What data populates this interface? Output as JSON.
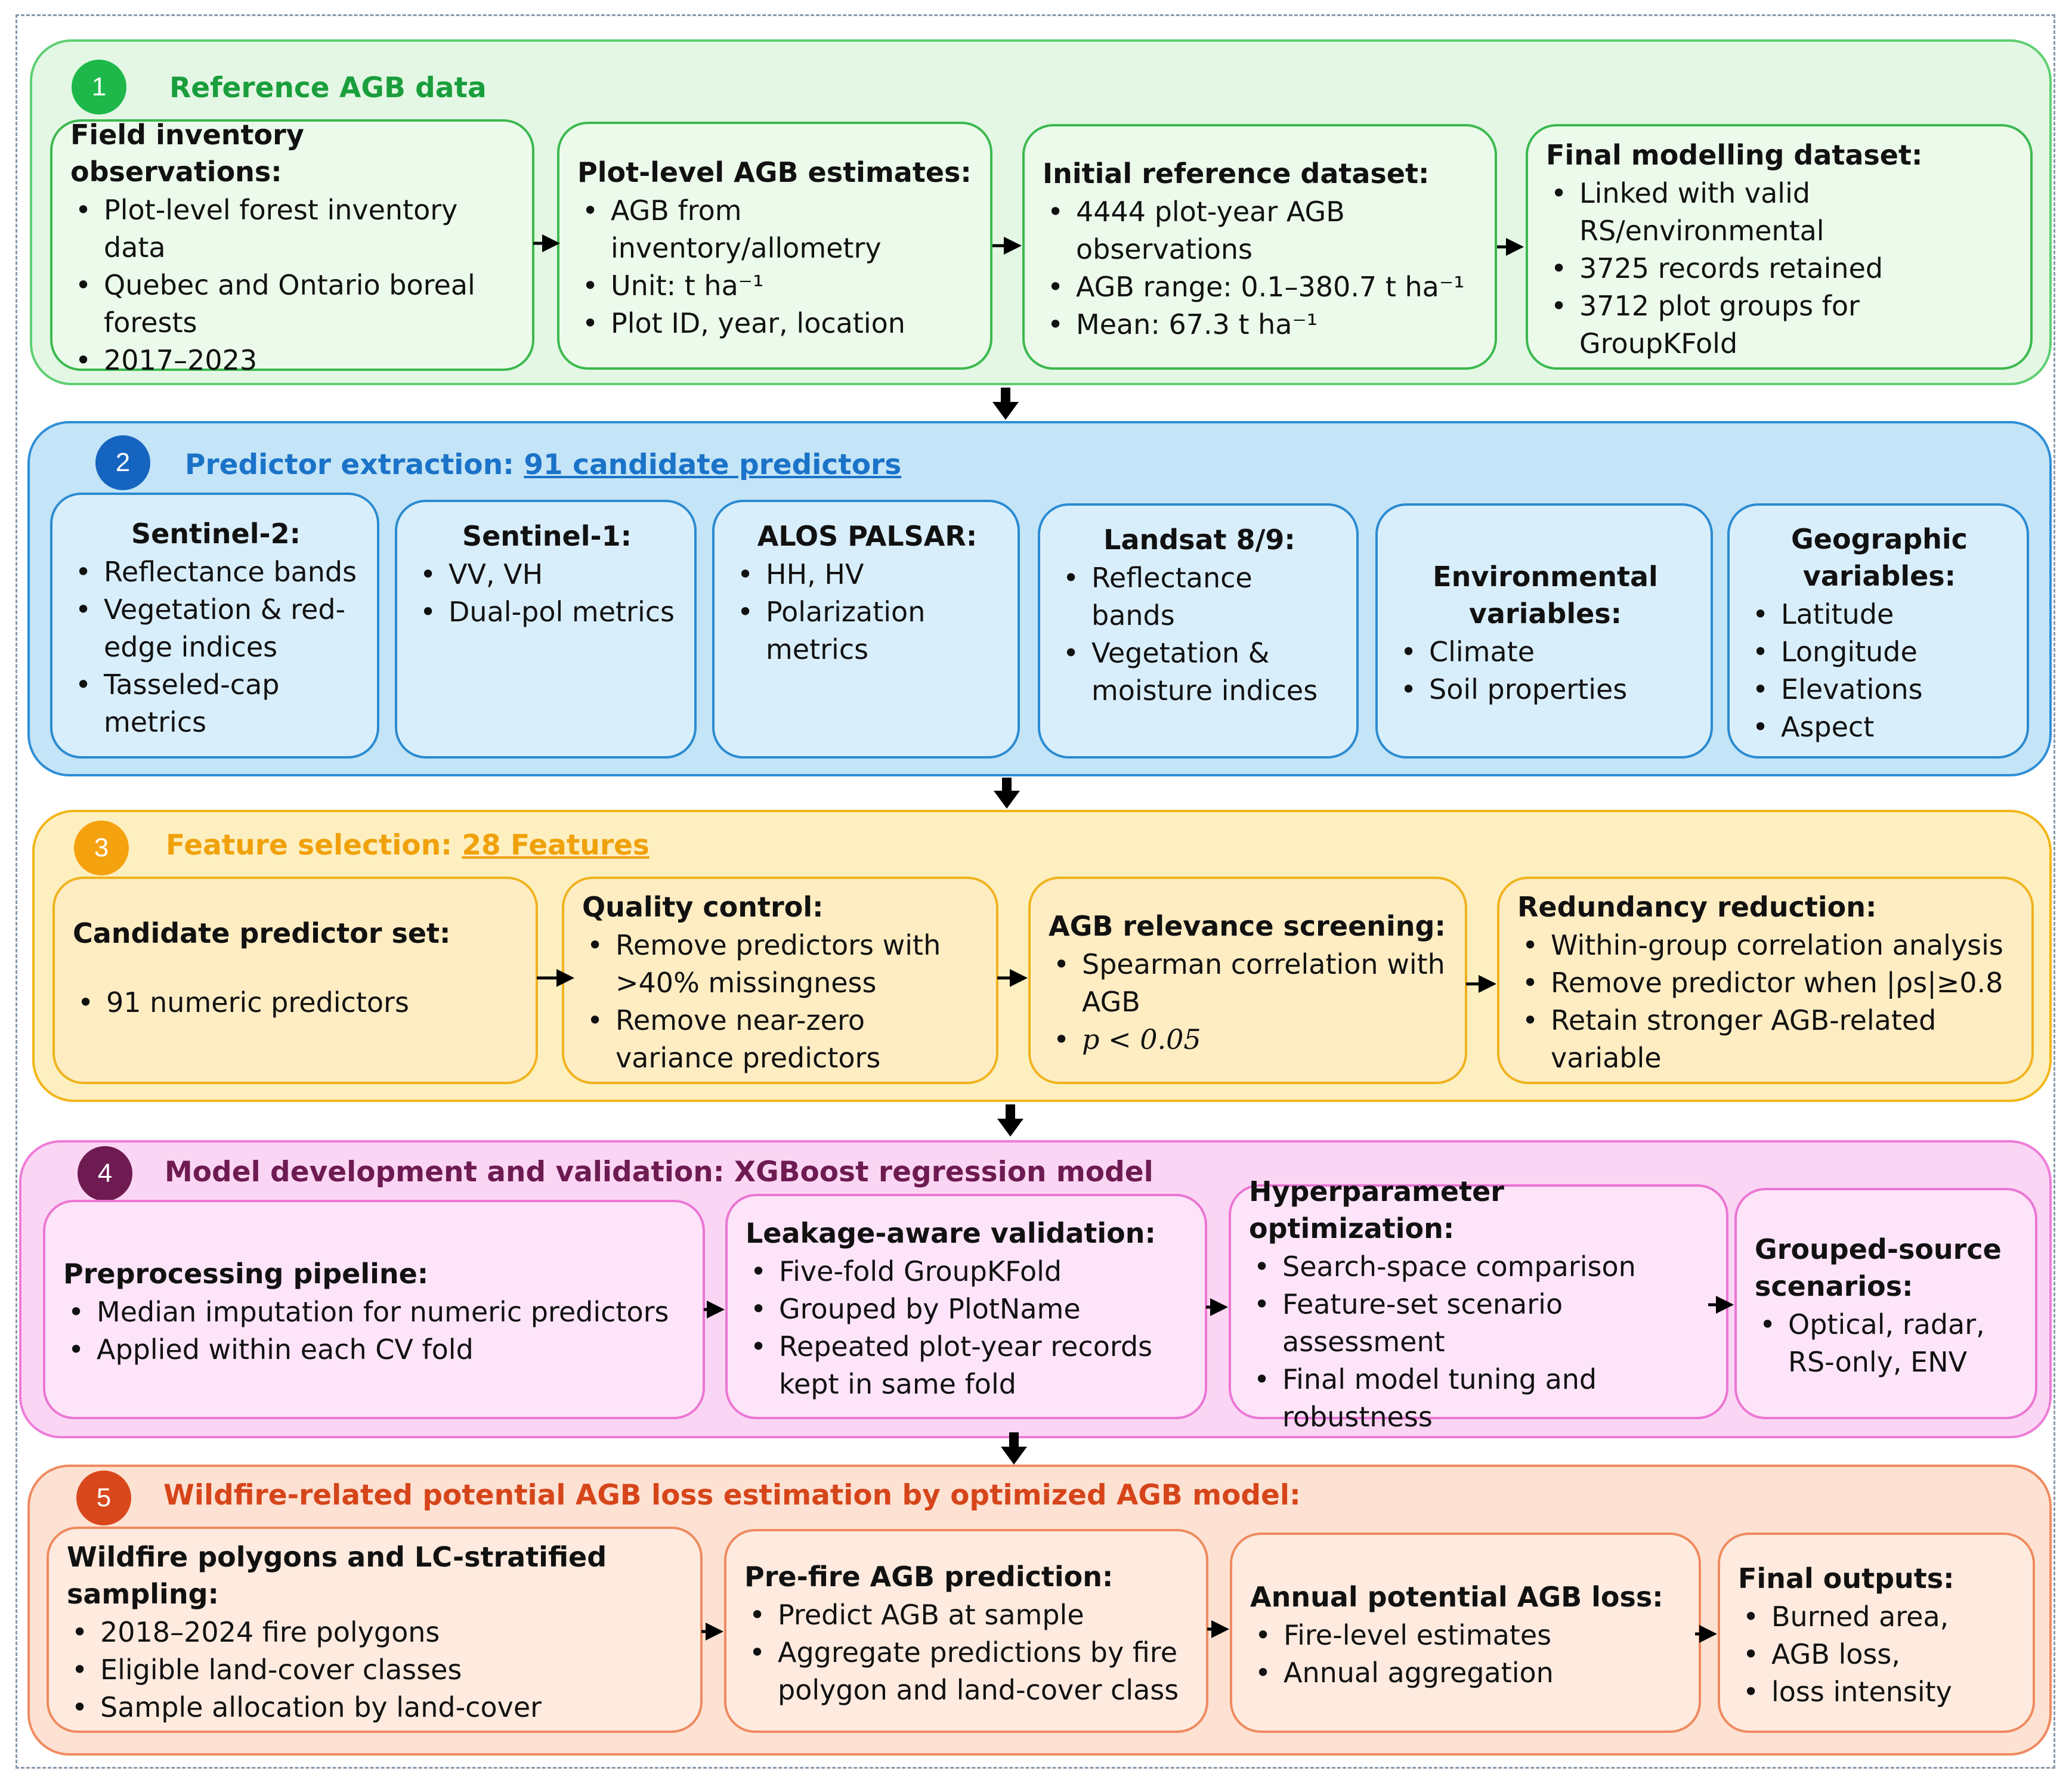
{
  "panels": [
    {
      "number": "1",
      "title": "Reference AGB data",
      "title_highlight": "",
      "colors": {
        "fill": "#e3f7e4",
        "border": "#5fcf72",
        "badge": "#1eb84a",
        "title": "#1a9e3c",
        "box_fill": "#ebfaea",
        "box_border": "#3cb94f"
      },
      "boxes": [
        {
          "title": "Field inventory observations:",
          "items": [
            "Plot-level forest inventory data",
            "Quebec and Ontario boreal forests",
            "2017–2023"
          ]
        },
        {
          "title": "Plot-level AGB estimates:",
          "items": [
            "AGB from inventory/allometry",
            "Unit: t ha⁻¹",
            "Plot ID, year, location"
          ]
        },
        {
          "title": "Initial reference dataset:",
          "items": [
            "4444 plot-year AGB observations",
            "AGB range: 0.1–380.7 t ha⁻¹",
            "Mean: 67.3 t ha⁻¹"
          ]
        },
        {
          "title": "Final modelling dataset:",
          "items": [
            "Linked with valid RS/environmental",
            "3725 records retained",
            "3712 plot groups for GroupKFold"
          ]
        }
      ]
    },
    {
      "number": "2",
      "title": "Predictor extraction: ",
      "title_highlight": "91 candidate predictors",
      "colors": {
        "fill": "#c4e4f7",
        "border": "#2f8ed6",
        "badge": "#1565c0",
        "title": "#1a73c8",
        "box_fill": "#d9eefb",
        "box_border": "#2b8bd0"
      },
      "boxes": [
        {
          "title": "Sentinel-2:",
          "items": [
            "Reflectance bands",
            "Vegetation & red-edge indices",
            "Tasseled-cap metrics"
          ]
        },
        {
          "title": "Sentinel-1:",
          "items": [
            "VV, VH",
            "Dual-pol metrics"
          ]
        },
        {
          "title": "ALOS PALSAR:",
          "items": [
            "HH, HV",
            "Polarization metrics"
          ]
        },
        {
          "title": "Landsat 8/9:",
          "items": [
            "Reflectance bands",
            "Vegetation & moisture indices"
          ]
        },
        {
          "title": "Environmental variables:",
          "items": [
            "Climate",
            "Soil properties"
          ]
        },
        {
          "title": "Geographic variables:",
          "items": [
            "Latitude",
            "Longitude",
            "Elevations",
            "Aspect"
          ]
        }
      ]
    },
    {
      "number": "3",
      "title": "Feature selection: ",
      "title_highlight": "28 Features",
      "colors": {
        "fill": "#fdefc0",
        "border": "#f3b519",
        "badge": "#f5a20f",
        "title": "#f0a10a",
        "box_fill": "#feecc3",
        "box_border": "#f0b31e"
      },
      "boxes": [
        {
          "title": "Candidate predictor set:",
          "items": [
            "91 numeric predictors"
          ]
        },
        {
          "title": "Quality control:",
          "items": [
            "Remove predictors with >40% missingness",
            "Remove near-zero variance predictors"
          ]
        },
        {
          "title": "AGB relevance screening:",
          "items": [
            "Spearman correlation with AGB",
            "p < 0.05"
          ]
        },
        {
          "title": "Redundancy reduction:",
          "items": [
            "Within-group correlation analysis",
            "Remove predictor when |ρs|≥0.8",
            "Retain stronger AGB-related variable"
          ]
        }
      ]
    },
    {
      "number": "4",
      "title": "Model development and validation: XGBoost regression model",
      "title_highlight": "",
      "colors": {
        "fill": "#fbd6f4",
        "border": "#ee7bd8",
        "badge": "#6e1b52",
        "title": "#6e1b52",
        "box_fill": "#fde4f8",
        "box_border": "#eb76d4"
      },
      "boxes": [
        {
          "title": "Preprocessing pipeline:",
          "items": [
            "Median imputation for numeric predictors",
            "Applied within each CV fold"
          ]
        },
        {
          "title": "Leakage-aware validation:",
          "items": [
            "Five-fold GroupKFold",
            "Grouped by PlotName",
            "Repeated plot-year records kept in same fold"
          ]
        },
        {
          "title": "Hyperparameter optimization:",
          "items": [
            "Search-space comparison",
            "Feature-set scenario assessment",
            "Final model tuning and robustness"
          ]
        },
        {
          "title": "Grouped-source scenarios:",
          "items": [
            "Optical, radar, RS-only, ENV"
          ]
        }
      ]
    },
    {
      "number": "5",
      "title": "Wildfire-related potential AGB loss estimation by optimized AGB model:",
      "title_highlight": "",
      "colors": {
        "fill": "#fde2d3",
        "border": "#f08a60",
        "badge": "#d9481c",
        "title": "#d6451a",
        "box_fill": "#feeade",
        "box_border": "#ee8a60"
      },
      "boxes": [
        {
          "title": "Wildfire polygons and LC-stratified sampling:",
          "items": [
            "2018–2024 fire polygons",
            "Eligible land-cover classes",
            "Sample allocation by land-cover"
          ]
        },
        {
          "title": "Pre-fire AGB prediction:",
          "items": [
            "Predict AGB at sample",
            "Aggregate predictions by fire polygon and land-cover class"
          ]
        },
        {
          "title": "Annual potential AGB loss:",
          "items": [
            "Fire-level estimates",
            "Annual aggregation"
          ]
        },
        {
          "title": "Final outputs:",
          "items": [
            "Burned area,",
            "AGB loss,",
            "loss intensity"
          ]
        }
      ]
    }
  ]
}
